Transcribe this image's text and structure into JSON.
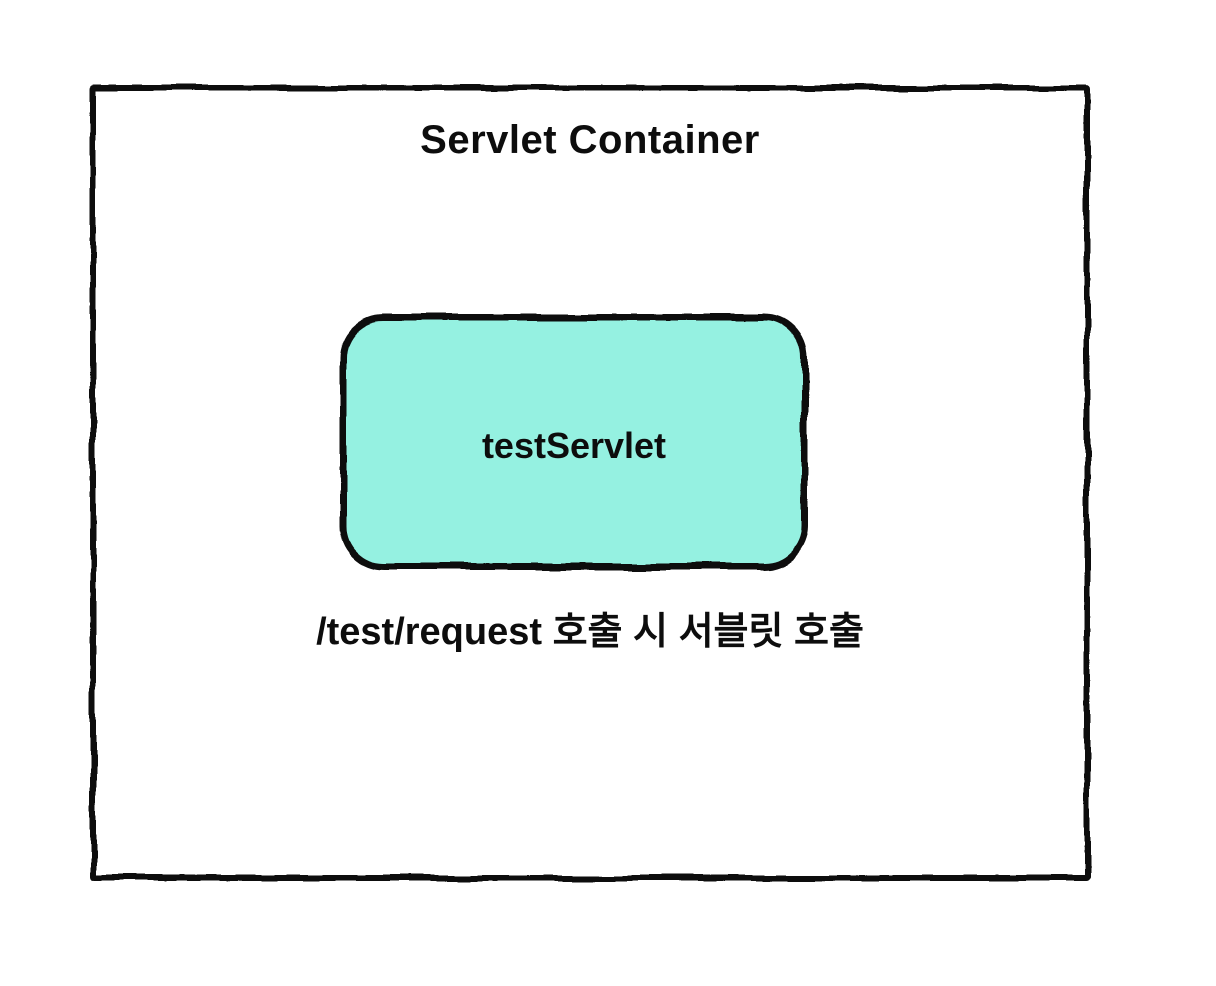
{
  "diagram": {
    "container_title": "Servlet Container",
    "servlet_box_label": "testServlet",
    "caption": "/test/request 호출 시 서블릿 호출",
    "colors": {
      "servlet_box_fill": "#95f1e1",
      "stroke": "#111111",
      "background": "#ffffff",
      "text": "#0d0d0d"
    },
    "style": "hand-drawn-sketch"
  }
}
